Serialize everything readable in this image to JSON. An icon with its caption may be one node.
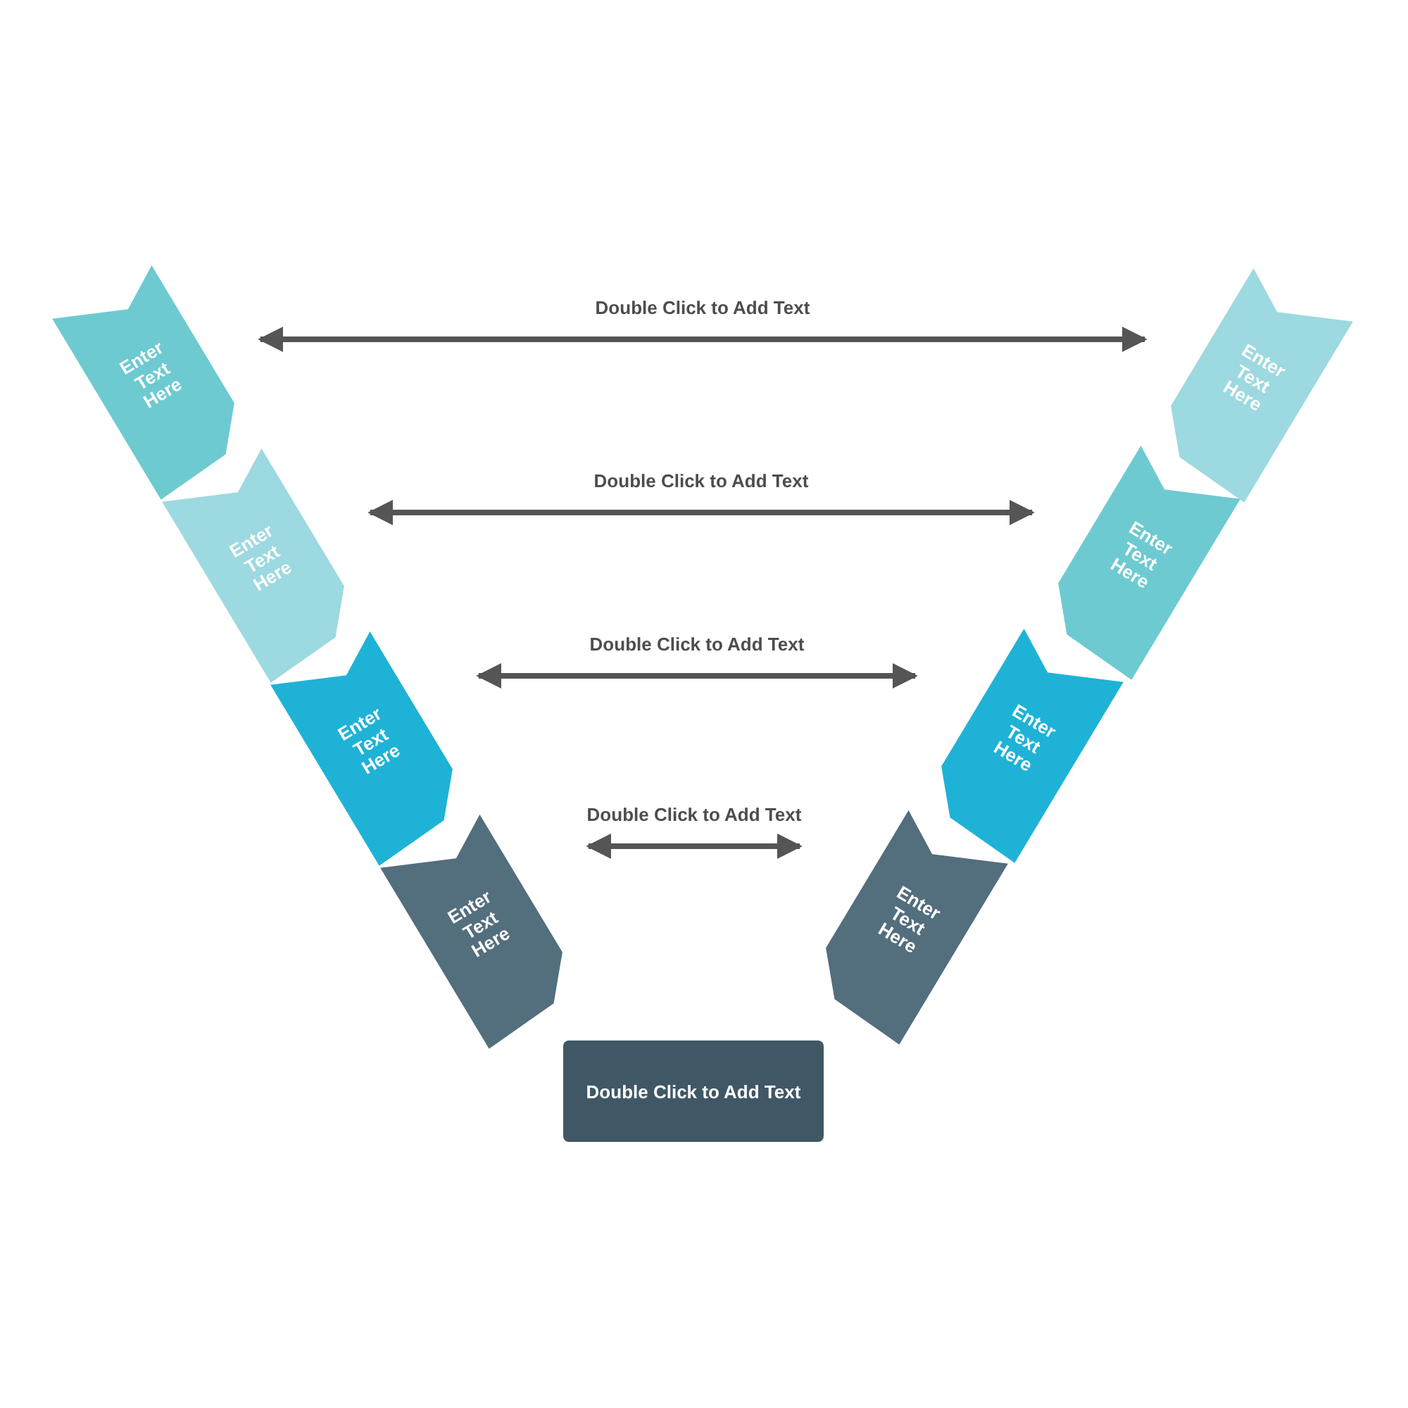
{
  "diagram": {
    "nodes": [
      {
        "text": [
          "Enter Text Here"
        ]
      },
      {
        "text": [
          "Enter Text Here"
        ]
      },
      {
        "text": [
          "Enter Text Here"
        ]
      },
      {
        "text": [
          "Enter Text Here"
        ]
      },
      {
        "text": [
          "Enter Text Here"
        ]
      },
      {
        "text": [
          "Enter Text Here"
        ]
      },
      {
        "text": [
          "Enter Text Here"
        ]
      },
      {
        "text": [
          "Enter Text Here"
        ]
      },
      {
        "text": [
          "Double Click to Add Text"
        ]
      }
    ],
    "edges": [
      {
        "from": 0,
        "to": 4,
        "arrow": "both",
        "label": "Double Click to Add Text"
      },
      {
        "from": 1,
        "to": 5,
        "arrow": "both",
        "label": "Double Click to Add Text"
      },
      {
        "from": 2,
        "to": 6,
        "arrow": "both",
        "label": "Double Click to Add Text"
      },
      {
        "from": 3,
        "to": 7,
        "arrow": "both",
        "label": "Double Click to Add Text"
      }
    ]
  }
}
